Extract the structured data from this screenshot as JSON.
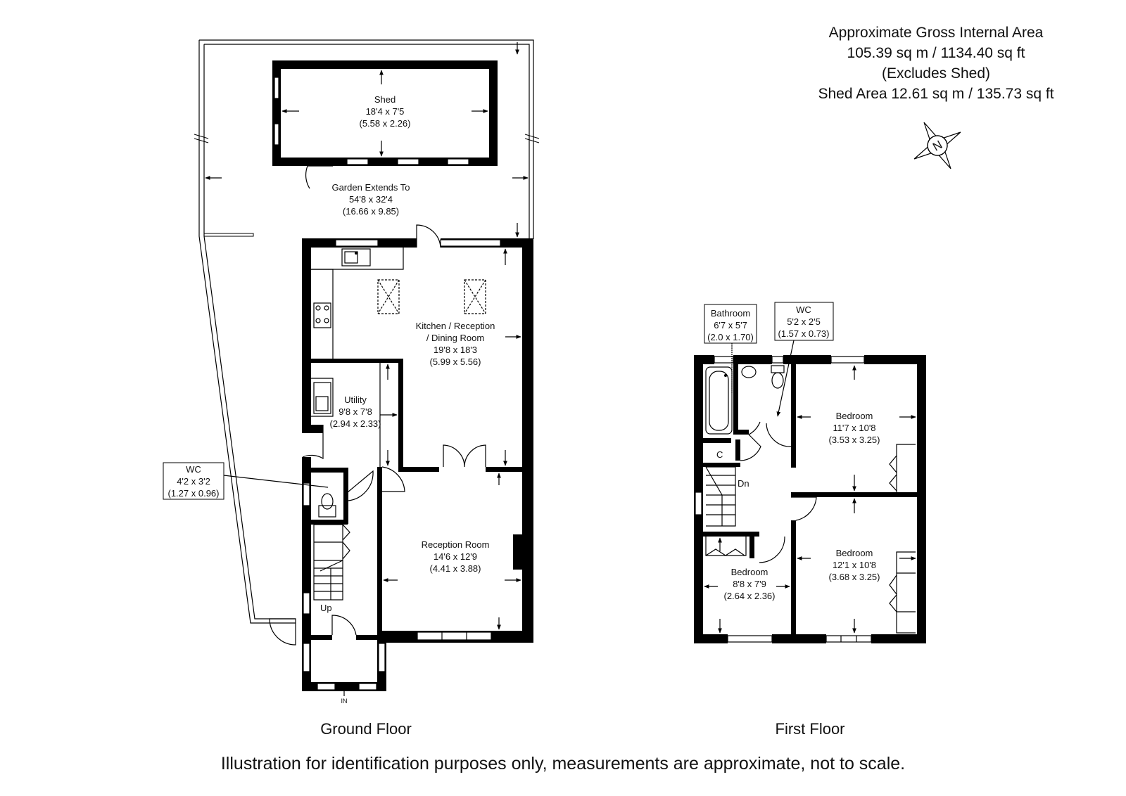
{
  "area": {
    "line1": "Approximate Gross Internal Area",
    "line2": "105.39 sq m / 1134.40 sq ft",
    "line3": "(Excludes Shed)",
    "line4": "Shed Area 12.61 sq m / 135.73 sq ft"
  },
  "compass": {
    "letter": "N",
    "icon": "compass-icon"
  },
  "ground_floor": {
    "label": "Ground Floor",
    "shed": {
      "name": "Shed",
      "imperial": "18'4 x 7'5",
      "metric": "(5.58 x 2.26)"
    },
    "garden": {
      "name": "Garden Extends To",
      "imperial": "54'8 x 32'4",
      "metric": "(16.66 x 9.85)"
    },
    "kitchen": {
      "name_line1": "Kitchen / Reception",
      "name_line2": "/ Dining Room",
      "imperial": "19'8 x 18'3",
      "metric": "(5.99 x 5.56)"
    },
    "utility": {
      "name": "Utility",
      "imperial": "9'8 x 7'8",
      "metric": "(2.94 x 2.33)"
    },
    "wc": {
      "name": "WC",
      "imperial": "4'2 x 3'2",
      "metric": "(1.27 x 0.96)"
    },
    "reception": {
      "name": "Reception Room",
      "imperial": "14'6 x 12'9",
      "metric": "(4.41 x 3.88)"
    },
    "stairs_label": "Up",
    "entrance_label": "IN"
  },
  "first_floor": {
    "label": "First Floor",
    "bathroom": {
      "name": "Bathroom",
      "imperial": "6'7 x 5'7",
      "metric": "(2.0 x 1.70)"
    },
    "wc": {
      "name": "WC",
      "imperial": "5'2 x 2'5",
      "metric": "(1.57 x 0.73)"
    },
    "bedroom1": {
      "name": "Bedroom",
      "imperial": "11'7 x 10'8",
      "metric": "(3.53 x 3.25)"
    },
    "bedroom2": {
      "name": "Bedroom",
      "imperial": "12'1 x 10'8",
      "metric": "(3.68 x 3.25)"
    },
    "bedroom3": {
      "name": "Bedroom",
      "imperial": "8'8 x 7'9",
      "metric": "(2.64 x 2.36)"
    },
    "cupboard_label": "C",
    "stairs_label": "Dn"
  },
  "disclaimer": "Illustration for identification purposes only, measurements are approximate, not to scale."
}
